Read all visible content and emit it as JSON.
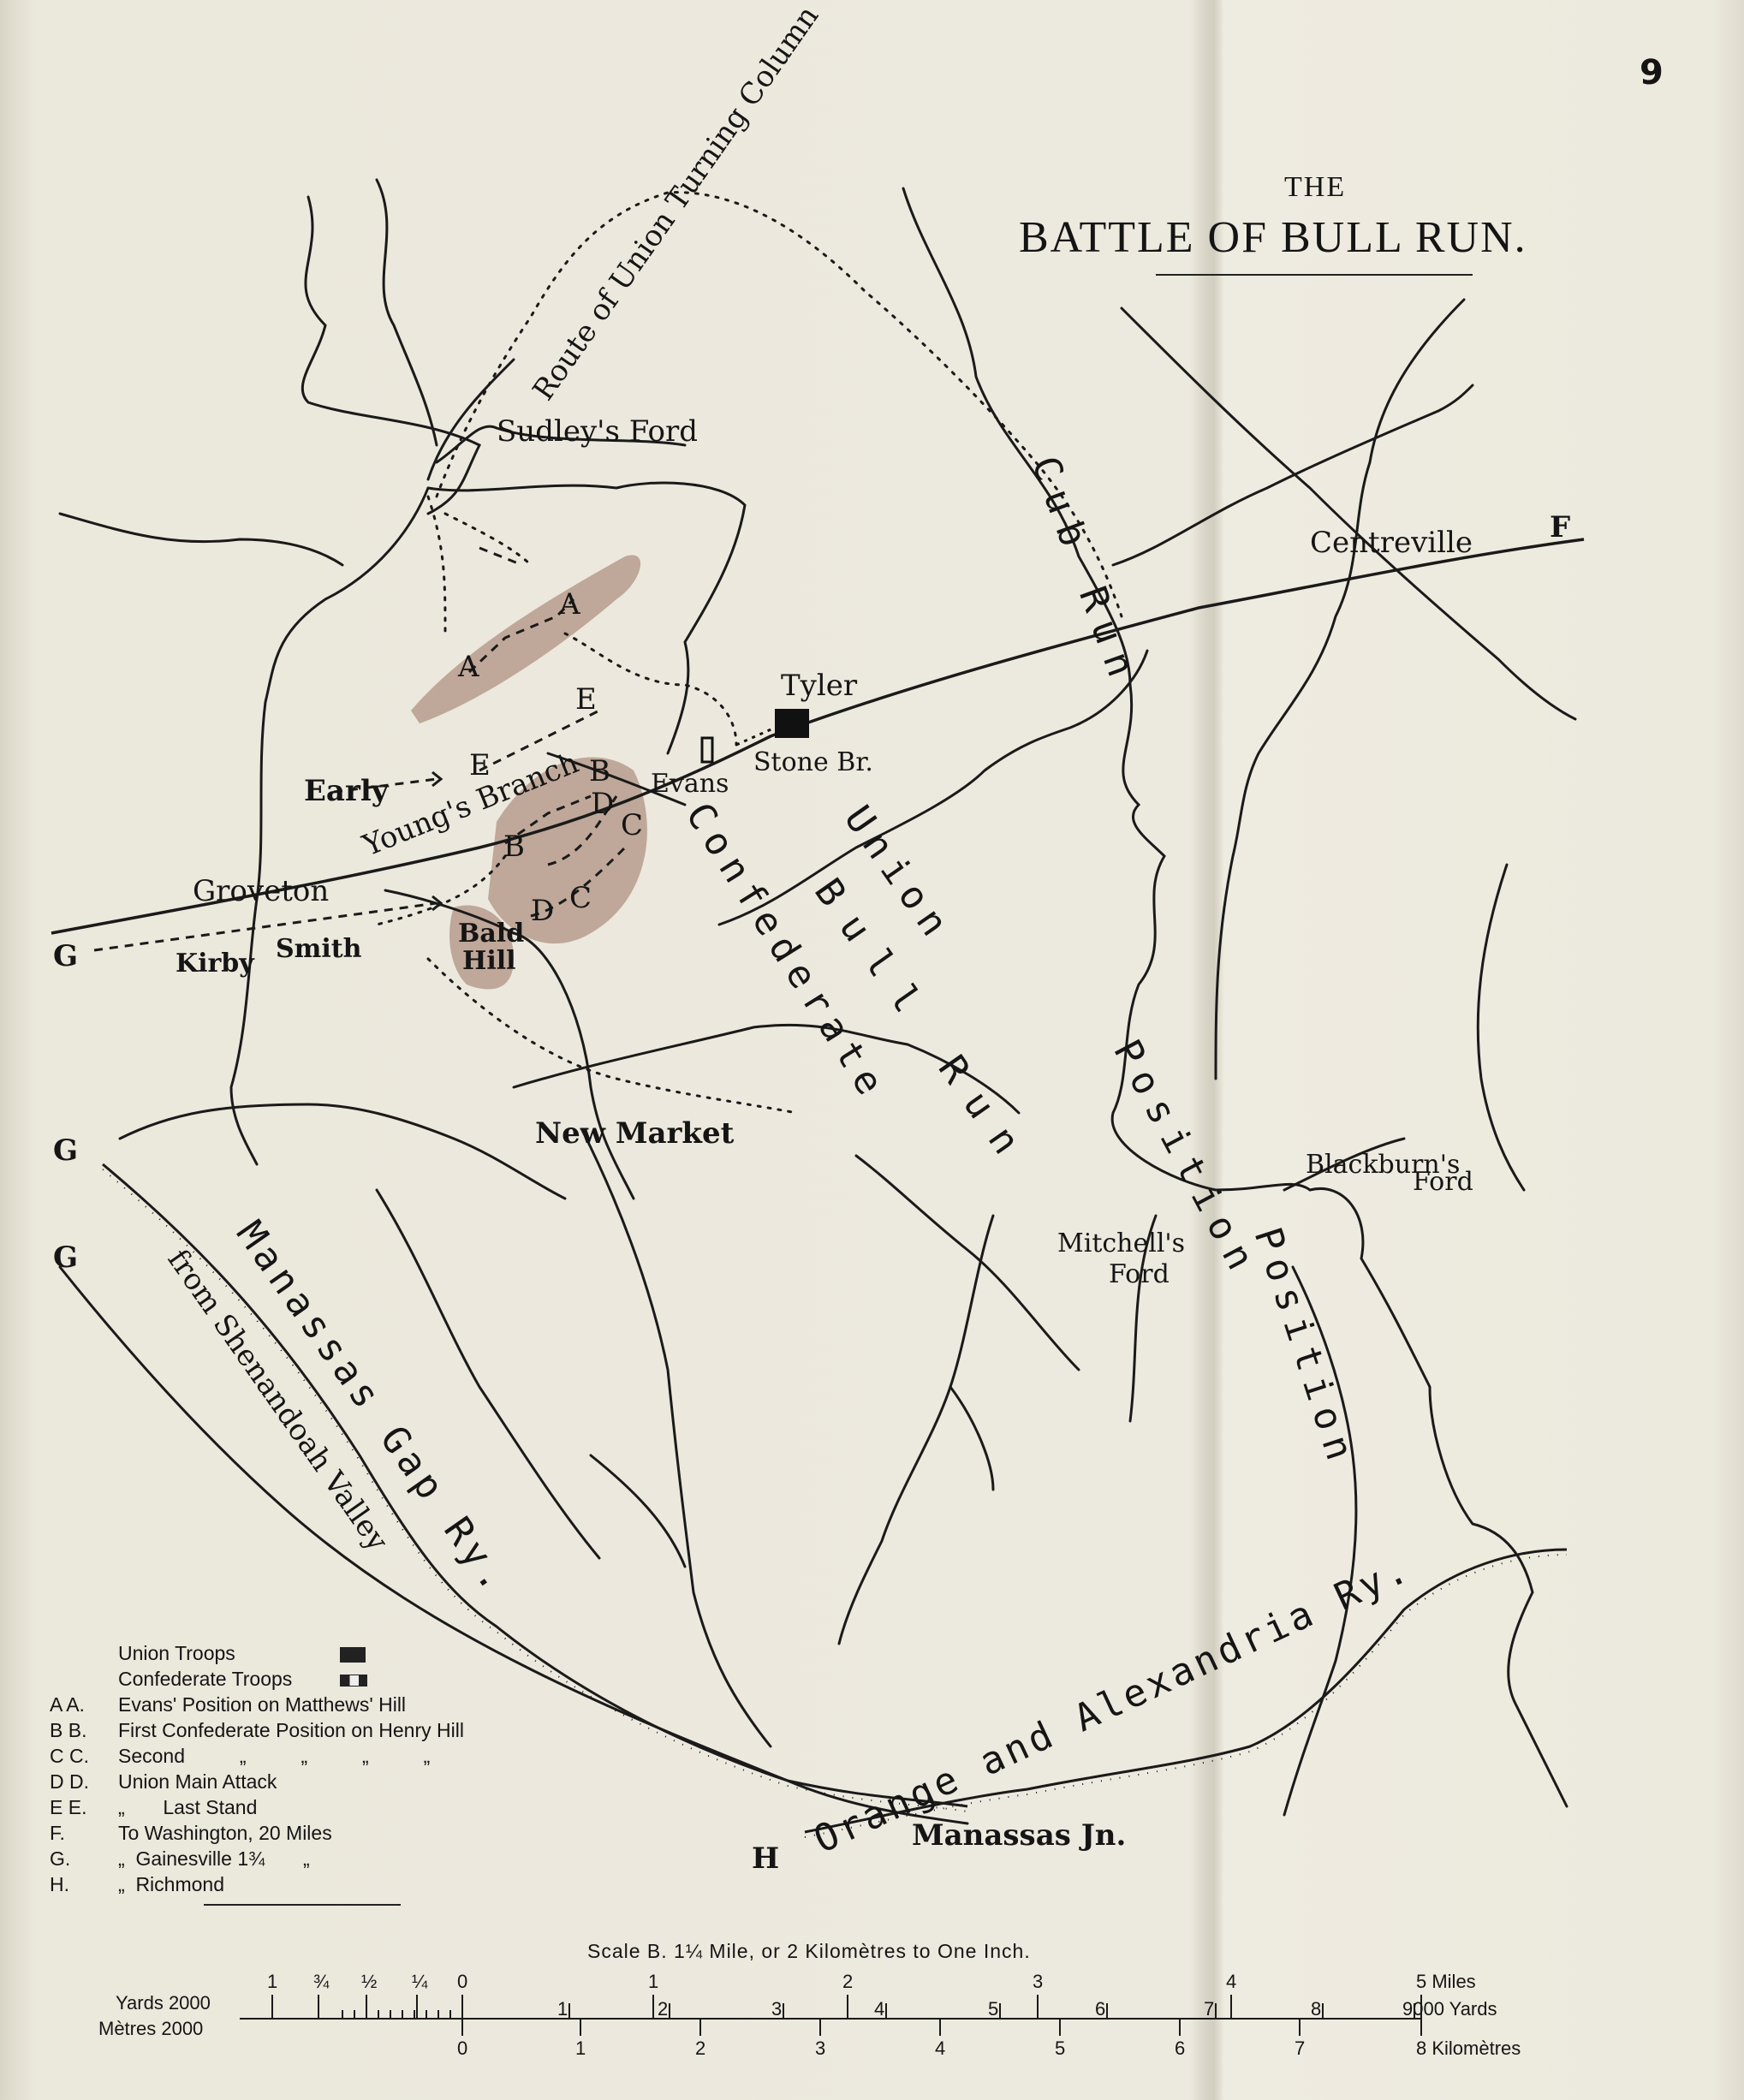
{
  "page_number": "9",
  "title": {
    "line1": "THE",
    "line2": "BATTLE OF BULL RUN."
  },
  "places": {
    "sudleys_ford": "Sudley's Ford",
    "centreville": "Centreville",
    "tyler": "Tyler",
    "stone_br": "Stone Br.",
    "evans": "Evans",
    "early": "Early",
    "groveton": "Groveton",
    "kirby": "Kirby",
    "smith": "Smith",
    "bald": "Bald",
    "hill": "Hill",
    "new_market": "New Market",
    "blackburns": "Blackburn's",
    "blackburns_ford": "Ford",
    "mitchells": "Mitchell's",
    "mitchells_ford": "Ford",
    "manassas_jn": "Manassas Jn."
  },
  "routes": {
    "union_turning": "Route of Union Turning Column",
    "cub_run": "Cub Run",
    "youngs_branch": "Young's Branch",
    "union": "Union",
    "position": "Position",
    "confederate": "Confederate",
    "bull_run": "Bull Run",
    "conf_position": "Position",
    "manassas_gap": "Manassas Gap Ry.",
    "from_shenandoah": "from Shenandoah Valley",
    "orange_alexandria": "Orange and Alexandria Ry."
  },
  "letter_marks": {
    "A": "A",
    "B": "B",
    "C": "C",
    "D": "D",
    "E": "E",
    "F": "F",
    "G": "G",
    "H": "H"
  },
  "legend": {
    "union_troops": "Union Troops",
    "confederate_troops": "Confederate Troops",
    "rows": [
      {
        "key": "A A.",
        "text": "Evans' Position on Matthews' Hill"
      },
      {
        "key": "B B.",
        "text": "First Confederate Position on Henry Hill"
      },
      {
        "key": "C C.",
        "text": "Second          „          „          „          „"
      },
      {
        "key": "D D.",
        "text": "Union Main Attack"
      },
      {
        "key": "E E.",
        "text": "„       Last Stand"
      },
      {
        "key": "F.",
        "text": "To Washington, 20 Miles"
      },
      {
        "key": "G.",
        "text": "„  Gainesville 1¾       „"
      },
      {
        "key": "H.",
        "text": "„  Richmond"
      }
    ]
  },
  "scale": {
    "title": "Scale B.  1¼ Mile, or 2 Kilomètres to One Inch.",
    "yards_label": "Yards 2000",
    "metres_label": "Mètres 2000",
    "mile_fractions": [
      "1",
      "¾",
      "½",
      "¼",
      "0"
    ],
    "miles": [
      "1",
      "2",
      "3",
      "4",
      "5 Miles"
    ],
    "yards_ticks": [
      "1",
      "2",
      "3",
      "4",
      "5",
      "6",
      "7",
      "8",
      "9000 Yards"
    ],
    "km_ticks": [
      "0",
      "1",
      "2",
      "3",
      "4",
      "5",
      "6",
      "7",
      "8 Kilomètres"
    ]
  }
}
